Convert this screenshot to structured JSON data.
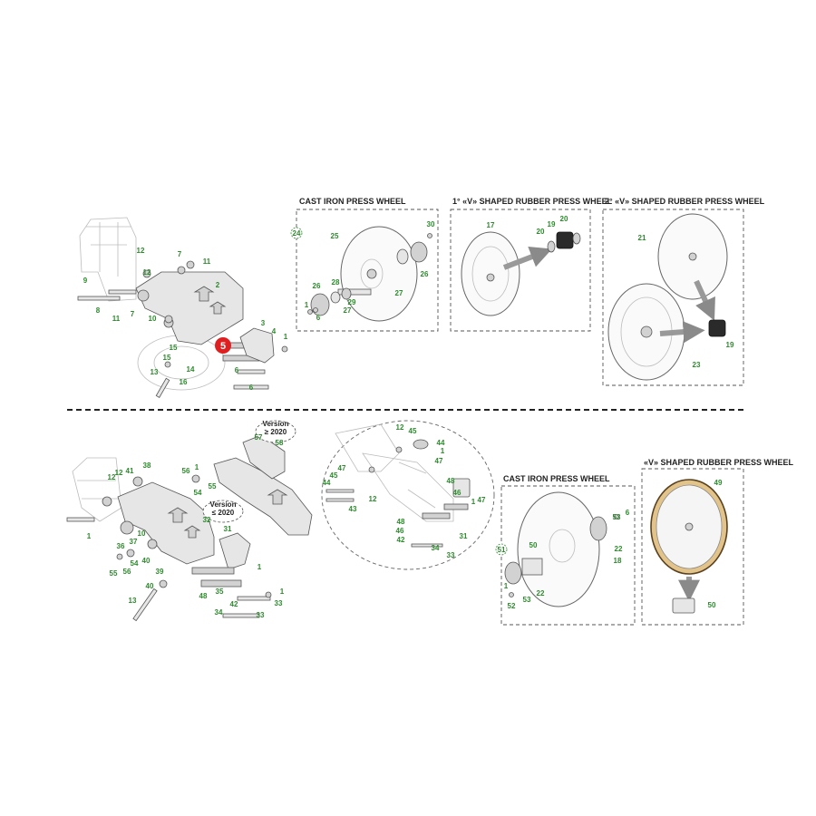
{
  "marker": {
    "label": "5",
    "color": "#e02020"
  },
  "label_color": "#2d8a2d",
  "top_section": {
    "main_assembly": {
      "labels": [
        "12",
        "7",
        "11",
        "2",
        "9",
        "8",
        "12",
        "11",
        "7",
        "10",
        "15",
        "3",
        "4",
        "1",
        "15",
        "14",
        "6",
        "13",
        "16",
        "6"
      ]
    },
    "panels": [
      {
        "title": "CAST IRON PRESS WHEEL",
        "ref": "24",
        "labels": [
          "30",
          "25",
          "27",
          "26",
          "26",
          "28",
          "1",
          "29",
          "27",
          "6"
        ]
      },
      {
        "title": "1° «V» SHAPED RUBBER PRESS WHEEL",
        "labels": [
          "17",
          "20",
          "19",
          "20"
        ]
      },
      {
        "title": "2° «V» SHAPED RUBBER PRESS WHEEL",
        "labels": [
          "21",
          "19",
          "23"
        ]
      }
    ]
  },
  "bottom_section": {
    "versions": {
      "new": "Version\n≥ 2020",
      "old": "Version\n≤ 2020"
    },
    "main_assembly": {
      "labels": [
        "57",
        "58",
        "38",
        "41",
        "12",
        "56",
        "1",
        "12",
        "54",
        "55",
        "32",
        "31",
        "1",
        "36",
        "37",
        "10",
        "55",
        "56",
        "54",
        "40",
        "39",
        "40",
        "13",
        "1",
        "48",
        "35",
        "1",
        "42",
        "33",
        "34",
        "33"
      ]
    },
    "detail": {
      "labels": [
        "12",
        "45",
        "44",
        "1",
        "47",
        "47",
        "45",
        "44",
        "12",
        "43",
        "48",
        "46",
        "47",
        "1",
        "48",
        "46",
        "42",
        "34",
        "31",
        "33"
      ]
    },
    "panels": [
      {
        "title": "CAST IRON PRESS WHEEL",
        "ref": "51",
        "labels": [
          "53",
          "6",
          "50",
          "22",
          "18",
          "1",
          "22",
          "53",
          "52"
        ]
      },
      {
        "title": "«V» SHAPED RUBBER PRESS WHEEL",
        "labels": [
          "49",
          "50"
        ]
      }
    ]
  }
}
